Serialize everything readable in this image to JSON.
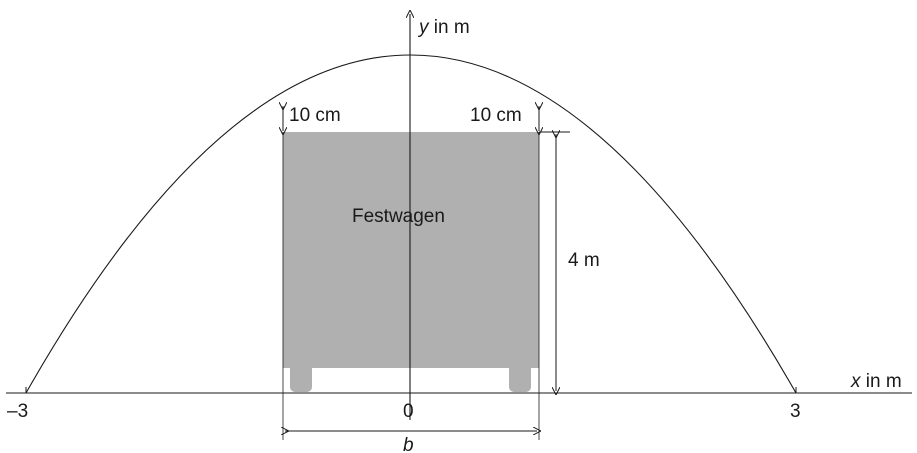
{
  "axes": {
    "y_label_var": "y",
    "y_label_unit": " in m",
    "x_label_var": "x",
    "x_label_unit": " in m",
    "tick_left": "–3",
    "tick_origin": "0",
    "tick_right": "3"
  },
  "labels": {
    "gap_left": "10 cm",
    "gap_right": "10 cm",
    "height": "4 m",
    "width_var": "b",
    "wagon": "Festwagen"
  },
  "colors": {
    "wagon_fill": "#b0b0b1",
    "line": "#1a1a1a"
  }
}
